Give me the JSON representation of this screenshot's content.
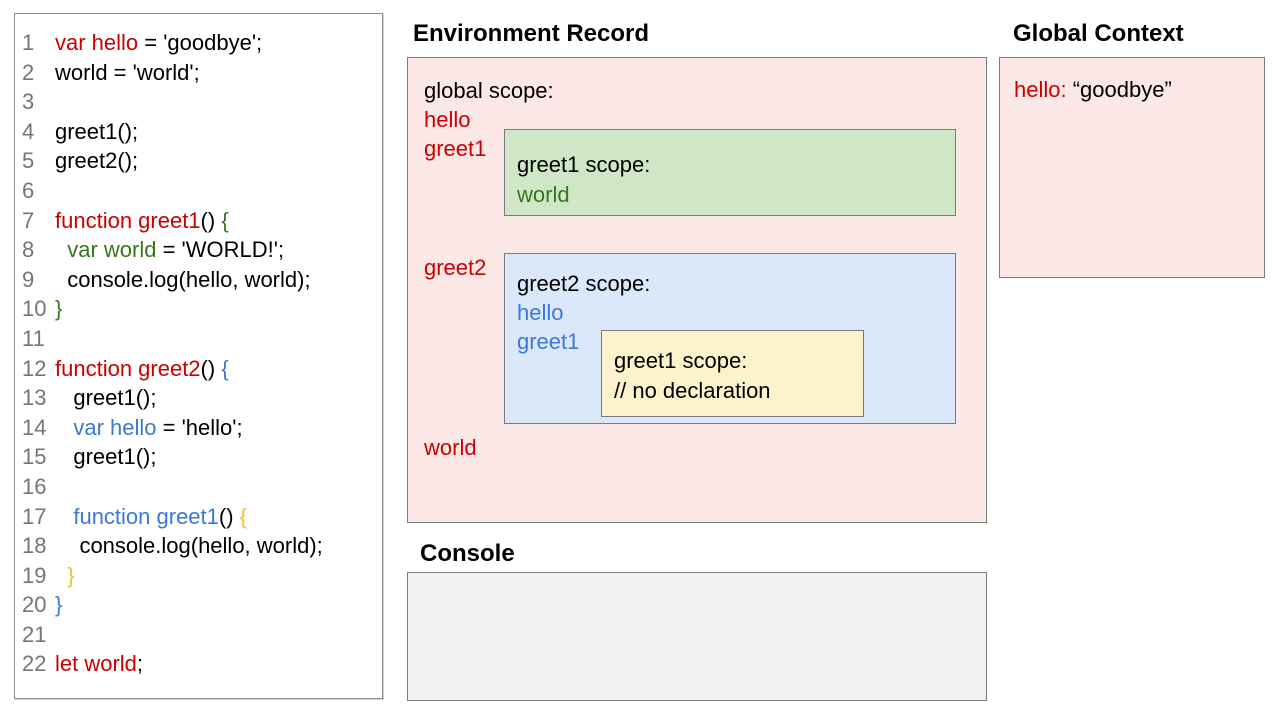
{
  "colors": {
    "red": "#cc0000",
    "green": "#38761d",
    "blue": "#3c78d8",
    "orange": "#f1c232",
    "gray_line_number": "#757575",
    "pink_bg": "#fce8e6",
    "green_bg": "#cfe7c7",
    "blue_bg": "#dbe8fa",
    "yellow_bg": "#fdf2cc",
    "console_bg": "#f2f2f2"
  },
  "code_panel": {
    "lines": [
      {
        "n": "1",
        "segments": [
          {
            "t": "var hello",
            "c": "red"
          },
          {
            "t": " = 'goodbye';",
            "c": "black"
          }
        ]
      },
      {
        "n": "2",
        "segments": [
          {
            "t": "world = 'world';",
            "c": "black"
          }
        ]
      },
      {
        "n": "3",
        "segments": []
      },
      {
        "n": "4",
        "segments": [
          {
            "t": "greet1();",
            "c": "black"
          }
        ]
      },
      {
        "n": "5",
        "segments": [
          {
            "t": "greet2();",
            "c": "black"
          }
        ]
      },
      {
        "n": "6",
        "segments": []
      },
      {
        "n": "7",
        "segments": [
          {
            "t": "function greet1",
            "c": "red"
          },
          {
            "t": "() ",
            "c": "black"
          },
          {
            "t": "{",
            "c": "green"
          }
        ]
      },
      {
        "n": "8",
        "segments": [
          {
            "t": "  ",
            "c": "black"
          },
          {
            "t": "var world",
            "c": "green"
          },
          {
            "t": " = 'WORLD!';",
            "c": "black"
          }
        ]
      },
      {
        "n": "9",
        "segments": [
          {
            "t": "  console.log(hello, world);",
            "c": "black"
          }
        ]
      },
      {
        "n": "10",
        "segments": [
          {
            "t": "}",
            "c": "green"
          }
        ]
      },
      {
        "n": "11",
        "segments": []
      },
      {
        "n": "12",
        "segments": [
          {
            "t": "function greet2",
            "c": "red"
          },
          {
            "t": "() ",
            "c": "black"
          },
          {
            "t": "{",
            "c": "blue"
          }
        ]
      },
      {
        "n": "13",
        "segments": [
          {
            "t": "   greet1();",
            "c": "black"
          }
        ]
      },
      {
        "n": "14",
        "segments": [
          {
            "t": "   ",
            "c": "black"
          },
          {
            "t": "var hello",
            "c": "blue"
          },
          {
            "t": " = 'hello';",
            "c": "black"
          }
        ]
      },
      {
        "n": "15",
        "segments": [
          {
            "t": "   greet1();",
            "c": "black"
          }
        ]
      },
      {
        "n": "16",
        "segments": []
      },
      {
        "n": "17",
        "segments": [
          {
            "t": "   ",
            "c": "black"
          },
          {
            "t": "function greet1",
            "c": "blue"
          },
          {
            "t": "() ",
            "c": "black"
          },
          {
            "t": "{",
            "c": "orange"
          }
        ]
      },
      {
        "n": "18",
        "segments": [
          {
            "t": "    console.log(hello, world);",
            "c": "black"
          }
        ]
      },
      {
        "n": "19",
        "segments": [
          {
            "t": "  ",
            "c": "black"
          },
          {
            "t": "}",
            "c": "orange"
          }
        ]
      },
      {
        "n": "20",
        "segments": [
          {
            "t": "}",
            "c": "blue"
          }
        ]
      },
      {
        "n": "21",
        "segments": []
      },
      {
        "n": "22",
        "segments": [
          {
            "t": "let world",
            "c": "red"
          },
          {
            "t": ";",
            "c": "black"
          }
        ]
      }
    ]
  },
  "environment_record": {
    "title": "Environment Record",
    "global_scope_label": "global scope:",
    "global_vars": [
      "hello",
      "greet1",
      "greet2",
      "world"
    ],
    "greet1_scope": {
      "label": "greet1 scope:",
      "vars": [
        "world"
      ]
    },
    "greet2_scope": {
      "label": "greet2 scope:",
      "vars": [
        "hello",
        "greet1"
      ],
      "inner_greet1_scope": {
        "label": "greet1 scope:",
        "comment": "// no declaration"
      }
    }
  },
  "global_context": {
    "title": "Global Context",
    "entry_key": "hello:",
    "entry_value": "“goodbye”"
  },
  "console": {
    "title": "Console"
  }
}
